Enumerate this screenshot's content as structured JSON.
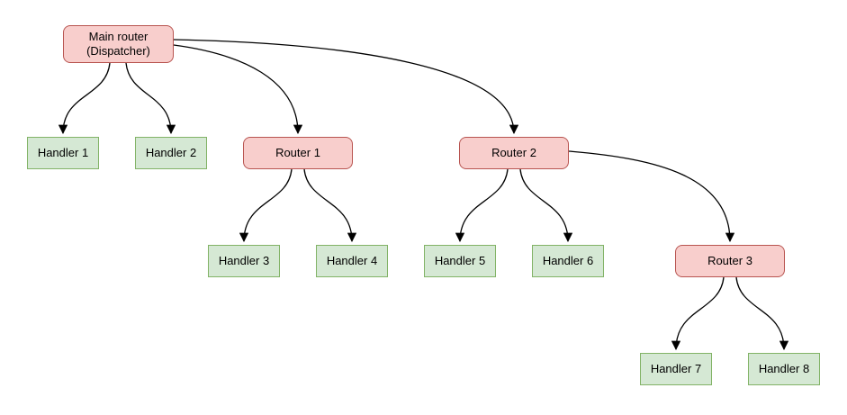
{
  "diagram": {
    "colors": {
      "router_fill": "#f8cecc",
      "router_border": "#b85450",
      "handler_fill": "#d5e8d4",
      "handler_border": "#82b366",
      "edge": "#000000",
      "background": "#ffffff",
      "text": "#000000"
    },
    "nodes": {
      "main": {
        "line1": "Main router",
        "line2": "(Dispatcher)"
      },
      "router1": {
        "label": "Router 1"
      },
      "router2": {
        "label": "Router 2"
      },
      "router3": {
        "label": "Router 3"
      },
      "handler1": {
        "label": "Handler 1"
      },
      "handler2": {
        "label": "Handler 2"
      },
      "handler3": {
        "label": "Handler 3"
      },
      "handler4": {
        "label": "Handler 4"
      },
      "handler5": {
        "label": "Handler 5"
      },
      "handler6": {
        "label": "Handler 6"
      },
      "handler7": {
        "label": "Handler 7"
      },
      "handler8": {
        "label": "Handler 8"
      }
    },
    "edges": [
      {
        "from": "main",
        "to": "handler1"
      },
      {
        "from": "main",
        "to": "handler2"
      },
      {
        "from": "main",
        "to": "router1"
      },
      {
        "from": "main",
        "to": "router2"
      },
      {
        "from": "router1",
        "to": "handler3"
      },
      {
        "from": "router1",
        "to": "handler4"
      },
      {
        "from": "router2",
        "to": "handler5"
      },
      {
        "from": "router2",
        "to": "handler6"
      },
      {
        "from": "router2",
        "to": "router3"
      },
      {
        "from": "router3",
        "to": "handler7"
      },
      {
        "from": "router3",
        "to": "handler8"
      }
    ]
  }
}
